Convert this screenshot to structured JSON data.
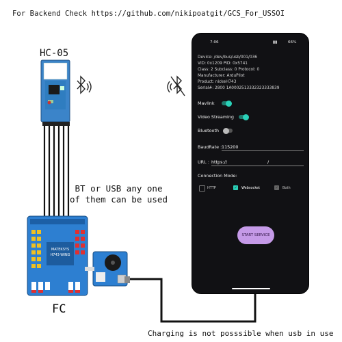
{
  "top_note": "For Backend Check https://github.com/nikipoatgit/GCS_For_USSOI",
  "hc05_label": "HC-05",
  "bt_usb_note": "BT or USB any one\nof them can be used",
  "fc_label": "FC",
  "bottom_note": "Charging is not posssible when usb in use",
  "fc_board_text": [
    "MATEKSYS",
    "H743-WING"
  ],
  "phone": {
    "status_time": "7:06",
    "status_battery": "66%",
    "info_lines": [
      "Device: /dev/bus/usb/001/036",
      "VID: 0x1209   PID: 0x5741",
      "Class: 2  Subclass: 0  Protocol: 0",
      "Manufacturer: ArduPilot",
      "Product: nickeH743",
      "Serial#: 2800 1A0002513332323333839"
    ],
    "mavlink_label": "Mavlink",
    "video_label": "Video Streaming",
    "bluetooth_label": "Bluetooth",
    "baud_label": "BaudRate :",
    "baud_value": "115200",
    "url_label": "URL :",
    "url_value": "https://",
    "url_tail": "/",
    "connection_mode_label": "Connection Mode:",
    "modes": [
      "HTTP",
      "Websocket",
      "Both"
    ],
    "start_button": "START SERVICE"
  },
  "colors": {
    "accent_teal": "#2ad1b8",
    "phone_bg": "#111114",
    "start_button": "#c59ae8",
    "board_blue": "#3b84c9",
    "fc_blue": "#2d7fd1"
  }
}
